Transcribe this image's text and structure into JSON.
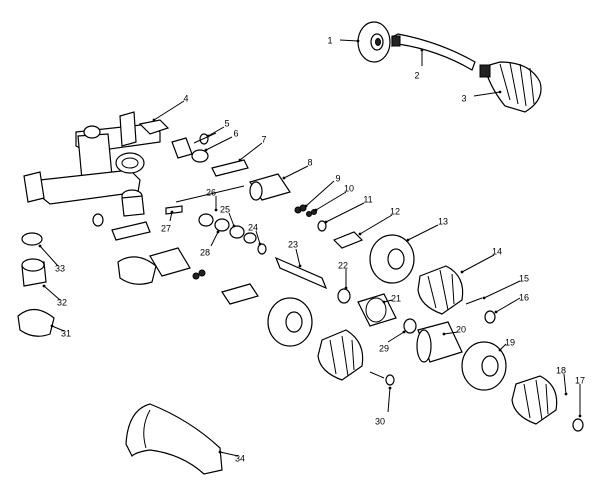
{
  "parts": [
    {
      "id": "1",
      "label": "1"
    },
    {
      "id": "2",
      "label": "2"
    },
    {
      "id": "3",
      "label": "3"
    },
    {
      "id": "4",
      "label": "4"
    },
    {
      "id": "5",
      "label": "5"
    },
    {
      "id": "6",
      "label": "6"
    },
    {
      "id": "7",
      "label": "7"
    },
    {
      "id": "8",
      "label": "8"
    },
    {
      "id": "9",
      "label": "9"
    },
    {
      "id": "10",
      "label": "10"
    },
    {
      "id": "11",
      "label": "11"
    },
    {
      "id": "12",
      "label": "12"
    },
    {
      "id": "13",
      "label": "13"
    },
    {
      "id": "14",
      "label": "14"
    },
    {
      "id": "15",
      "label": "15"
    },
    {
      "id": "16",
      "label": "16"
    },
    {
      "id": "17",
      "label": "17"
    },
    {
      "id": "18",
      "label": "18"
    },
    {
      "id": "19",
      "label": "19"
    },
    {
      "id": "20",
      "label": "20"
    },
    {
      "id": "21",
      "label": "21"
    },
    {
      "id": "22",
      "label": "22"
    },
    {
      "id": "23",
      "label": "23"
    },
    {
      "id": "24",
      "label": "24"
    },
    {
      "id": "25",
      "label": "25"
    },
    {
      "id": "26",
      "label": "26"
    },
    {
      "id": "27",
      "label": "27"
    },
    {
      "id": "28",
      "label": "28"
    },
    {
      "id": "29",
      "label": "29"
    },
    {
      "id": "30",
      "label": "30"
    },
    {
      "id": "31",
      "label": "31"
    },
    {
      "id": "32",
      "label": "32"
    },
    {
      "id": "33",
      "label": "33"
    },
    {
      "id": "34",
      "label": "34"
    }
  ]
}
